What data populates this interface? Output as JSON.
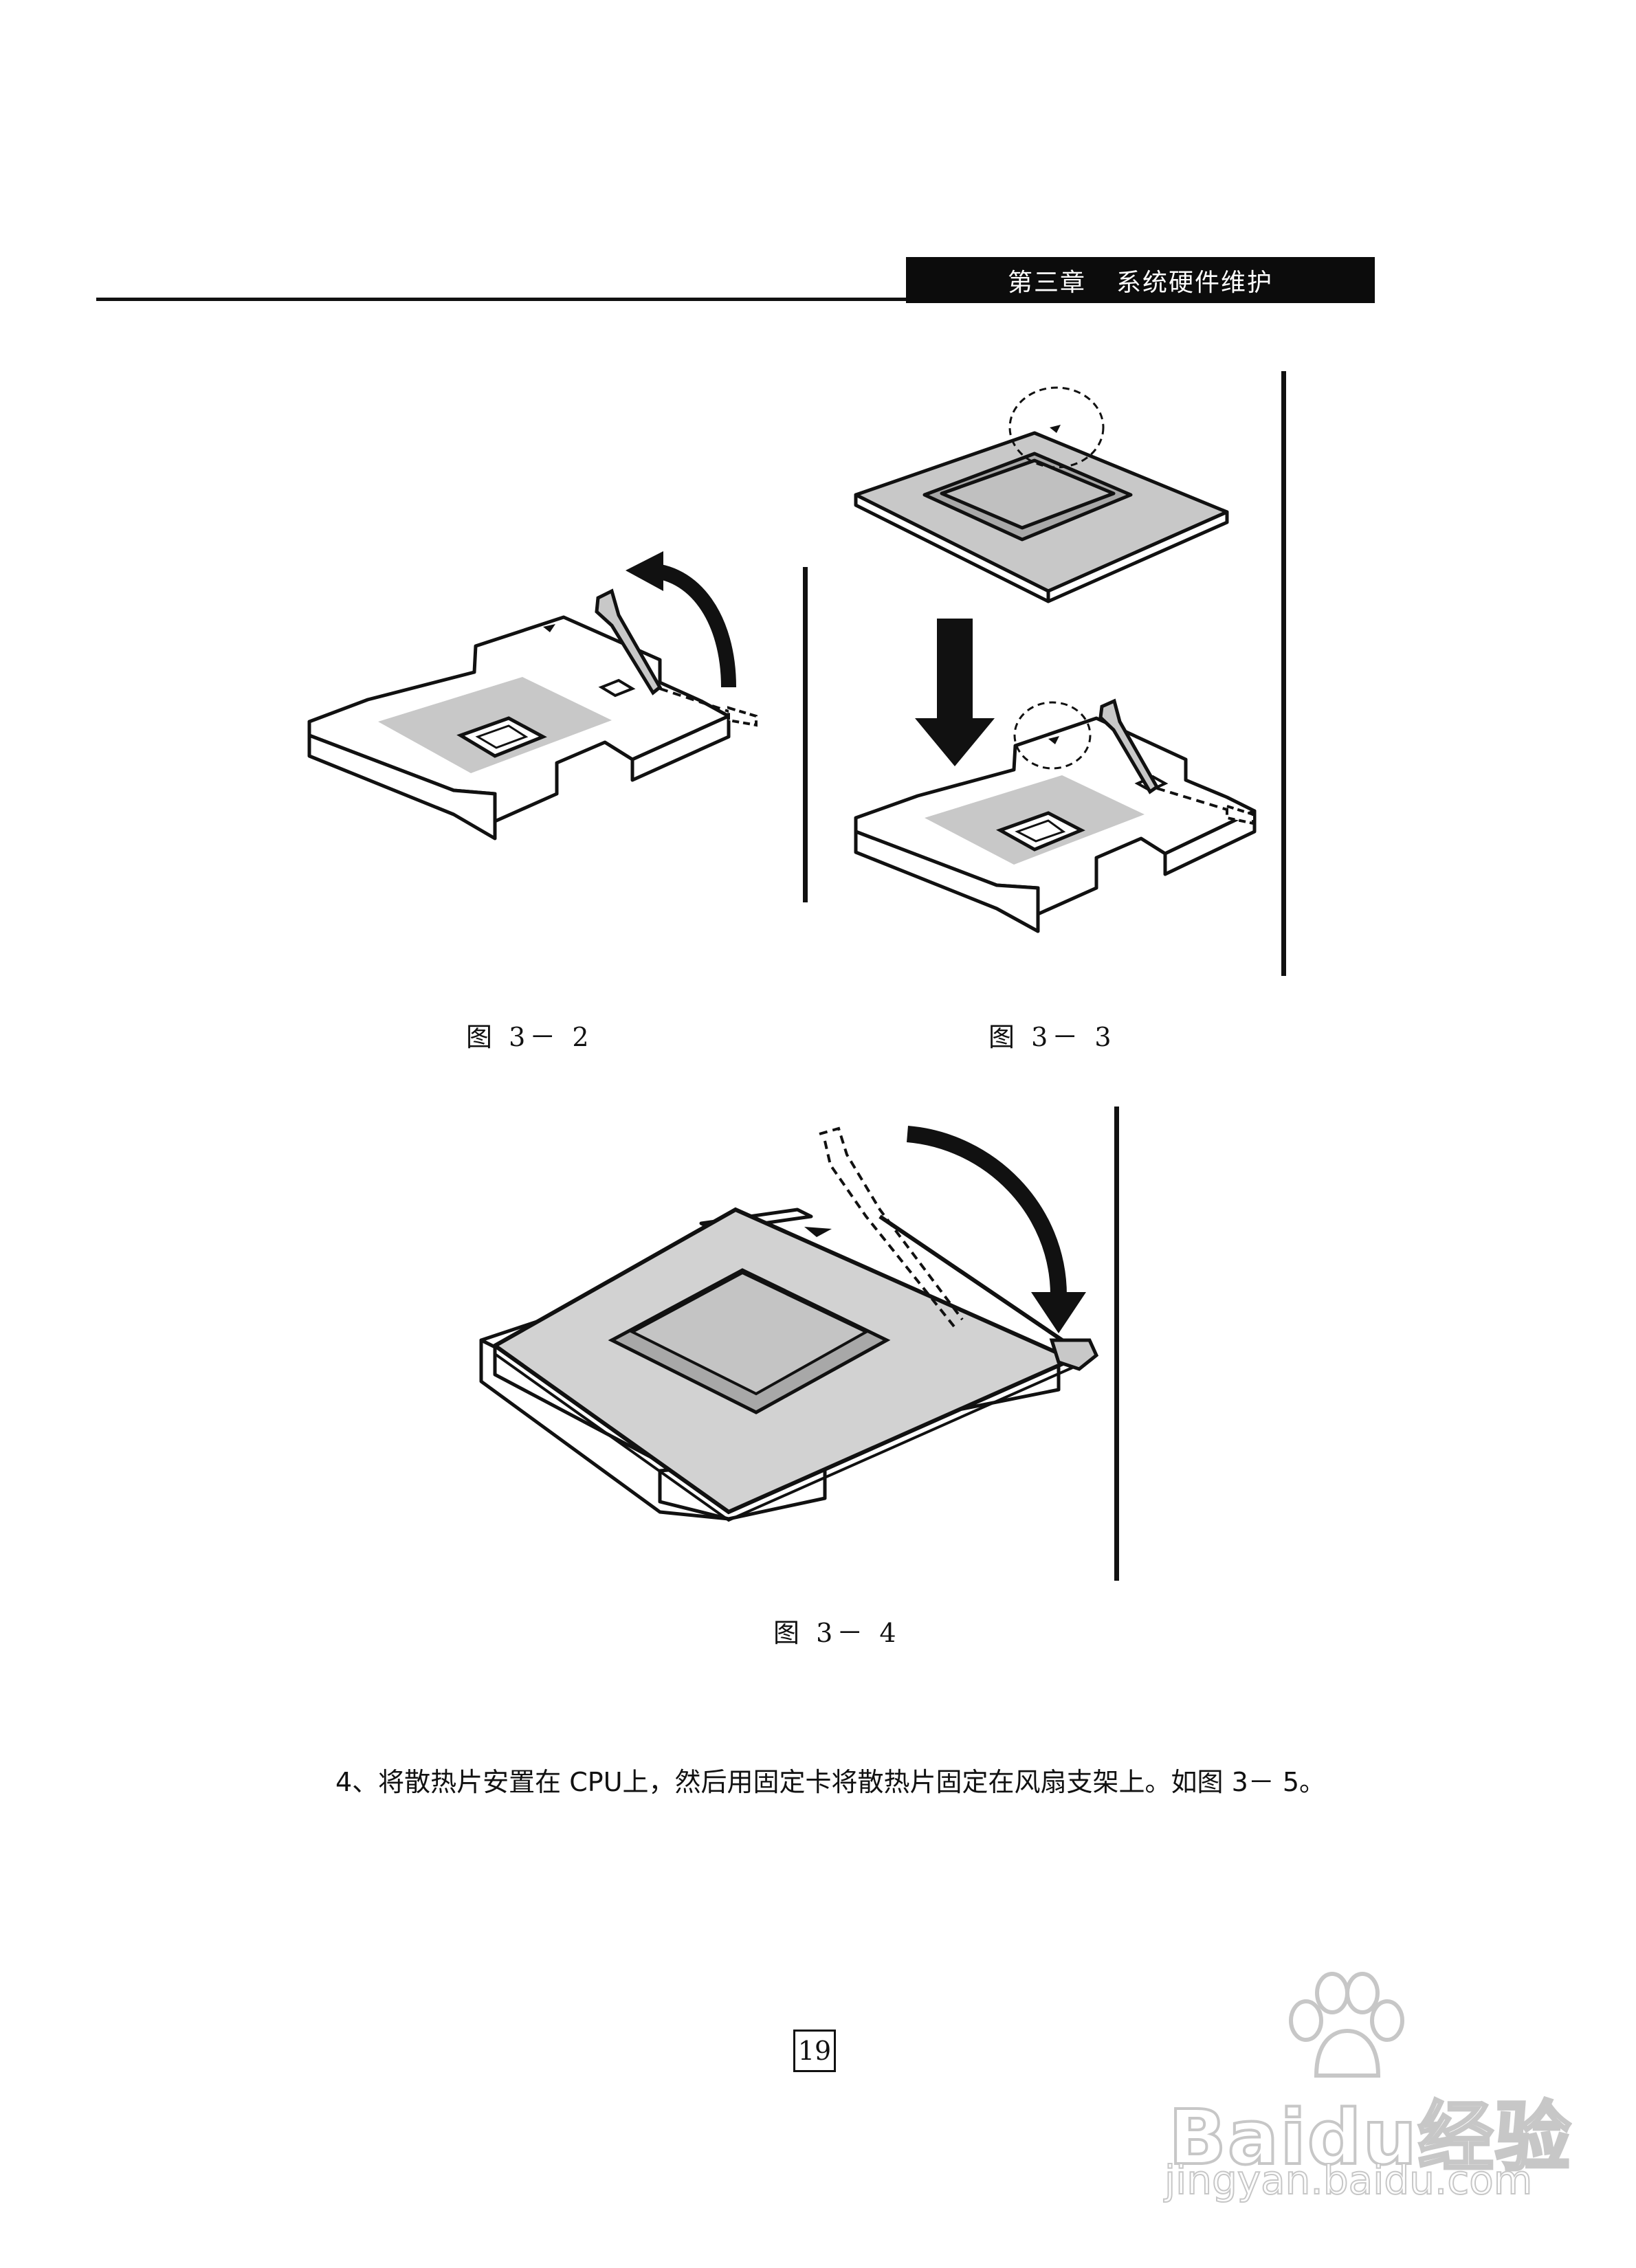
{
  "header": {
    "chapter": "第三章",
    "chapter_title": "系统硬件维护"
  },
  "figures": {
    "fig_3_2": {
      "caption": "图 3－ 2"
    },
    "fig_3_3": {
      "caption": "图 3－ 3"
    },
    "fig_3_4": {
      "caption": "图 3－ 4"
    }
  },
  "body": {
    "step_4": "4、将散热片安置在 CPU上，然后用固定卡将散热片固定在风扇支架上。如图 3－ 5。"
  },
  "footer": {
    "page_number": "19"
  },
  "watermark": {
    "brand": "Baidu经验",
    "url": "jingyan.baidu.com"
  }
}
